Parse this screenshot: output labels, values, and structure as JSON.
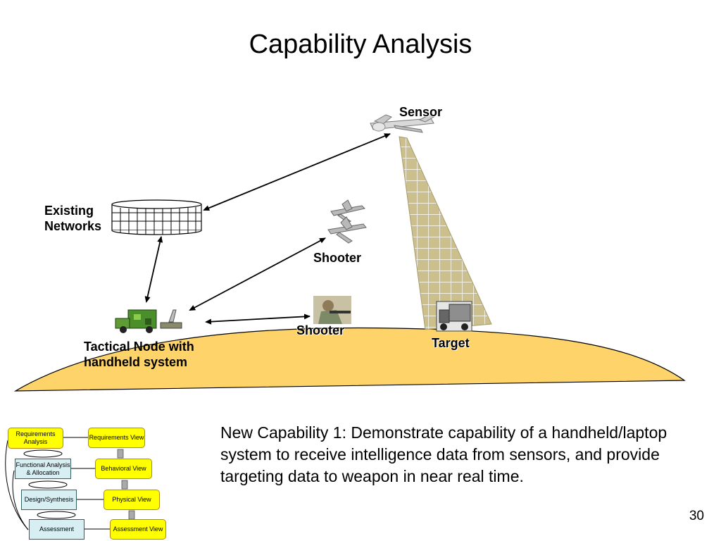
{
  "title": "Capability Analysis",
  "scene": {
    "sensor_label": "Sensor",
    "networks_label": "Existing Networks",
    "shooter_air_label": "Shooter",
    "shooter_ground_label": "Shooter",
    "target_label": "Target",
    "tactical_node_label": "Tactical  Node with handheld system"
  },
  "process": {
    "left": [
      "Requirements Analysis",
      "Functional Analysis & Allocation",
      "Design/Synthesis",
      "Assessment"
    ],
    "right": [
      "Requirements View",
      "Behavioral View",
      "Physical View",
      "Assessment View"
    ]
  },
  "caption": "New Capability 1: Demonstrate capability of a handheld/laptop system to receive intelligence data from sensors, and provide targeting data to weapon in near real time.",
  "page_number": "30",
  "colors": {
    "terrain": "#fdd36a",
    "sensor_beam": "#cbbf8e",
    "box_yellow": "#ffff00",
    "box_teal": "#d7eef3"
  }
}
